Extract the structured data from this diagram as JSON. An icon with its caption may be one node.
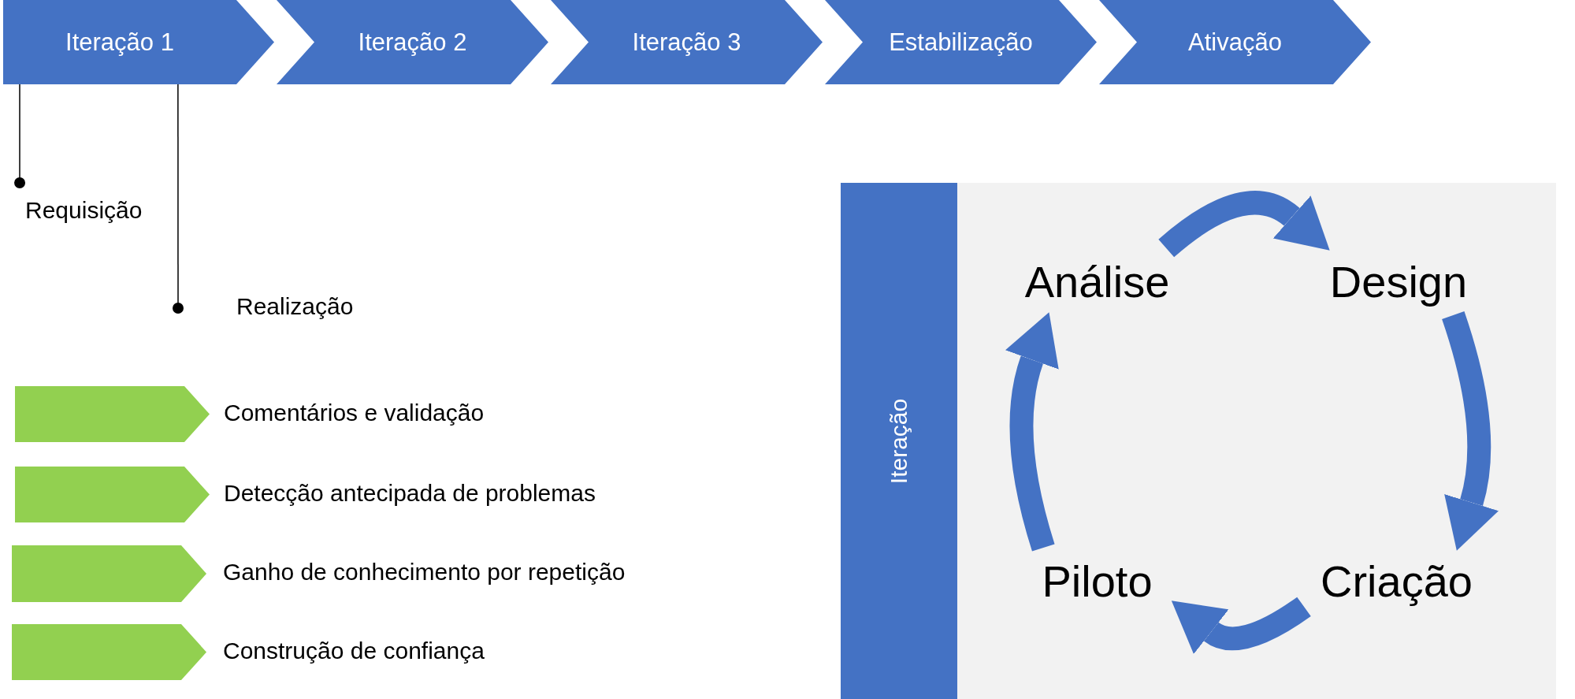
{
  "diagram": {
    "nodes": [
      {
        "text": [
          "Iteração 1"
        ]
      },
      {
        "text": [
          "Iteração 2"
        ]
      },
      {
        "text": [
          "Iteração 3"
        ]
      },
      {
        "text": [
          "Estabilização"
        ]
      },
      {
        "text": [
          "Ativação"
        ]
      },
      {
        "text": [
          "Requisição"
        ]
      },
      {
        "text": [
          "Realização"
        ]
      },
      {
        "text": [
          "Comentários e validação"
        ]
      },
      {
        "text": [
          "Detecção antecipada de problemas"
        ]
      },
      {
        "text": [
          "Ganho de conhecimento por repetição"
        ]
      },
      {
        "text": [
          "Construção de confiança"
        ]
      },
      {
        "text": [
          "Iteração"
        ]
      },
      {
        "text": [],
        "shape": "box"
      },
      {
        "text": [
          "Análise"
        ],
        "in": 12
      },
      {
        "text": [
          "Design"
        ],
        "in": 12
      },
      {
        "text": [
          "Criação"
        ],
        "in": 12
      },
      {
        "text": [
          "Piloto"
        ],
        "in": 12
      }
    ],
    "edges": [
      {
        "from": 0,
        "to": 5,
        "arrow": "other",
        "color": "#000000"
      },
      {
        "from": 0,
        "to": 6,
        "arrow": "other",
        "color": "#000000"
      },
      {
        "from": 13,
        "to": 14,
        "arrow": "to"
      },
      {
        "from": 14,
        "to": 15,
        "arrow": "to"
      },
      {
        "from": 15,
        "to": 16,
        "arrow": "to"
      },
      {
        "from": 16,
        "to": 13,
        "arrow": "to"
      }
    ]
  }
}
